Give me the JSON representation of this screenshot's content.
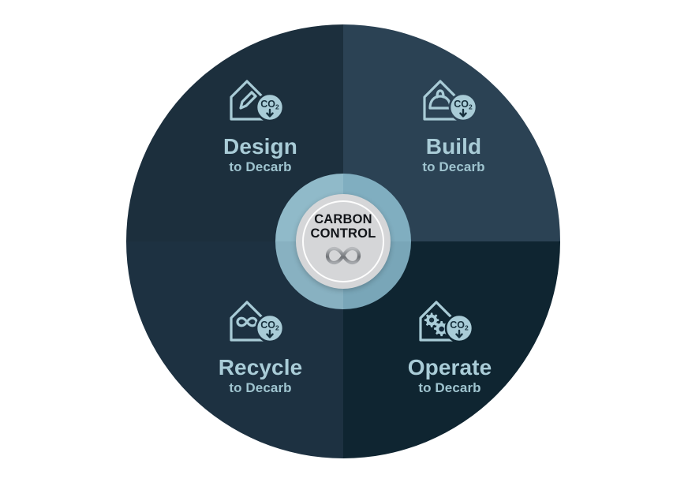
{
  "diagram": {
    "title": "Carbon Control decarbonisation lifecycle wheel",
    "hub": {
      "line1": "CARBON",
      "line2": "CONTROL",
      "icon": "infinity-icon"
    },
    "colors": {
      "quad_design": "#1c2f3d",
      "quad_build": "#2b4254",
      "quad_recycle": "#1d3141",
      "quad_operate": "#0f2531",
      "hub_ring_light": "#90bac9",
      "hub_ring_dark": "#80aec0",
      "hub_disc": "#d5d6d8",
      "label_text": "#a9ccd7",
      "background": "#ffffff"
    },
    "segments": [
      {
        "key": "design",
        "title": "Design",
        "subtitle": "to Decarb",
        "icon": "tag-pencil-icon",
        "badge": "co2-down-badge",
        "badge_label": "CO",
        "badge_sub": "2"
      },
      {
        "key": "build",
        "title": "Build",
        "subtitle": "to Decarb",
        "icon": "tag-hardhat-icon",
        "badge": "co2-down-badge",
        "badge_label": "CO",
        "badge_sub": "2"
      },
      {
        "key": "recycle",
        "title": "Recycle",
        "subtitle": "to Decarb",
        "icon": "tag-infinity-icon",
        "badge": "co2-down-badge",
        "badge_label": "CO",
        "badge_sub": "2"
      },
      {
        "key": "operate",
        "title": "Operate",
        "subtitle": "to Decarb",
        "icon": "tag-gears-icon",
        "badge": "co2-down-badge",
        "badge_label": "CO",
        "badge_sub": "2"
      }
    ]
  }
}
